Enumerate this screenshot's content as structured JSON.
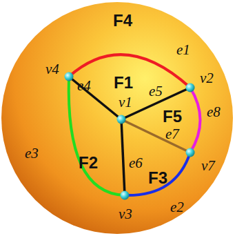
{
  "diagram": {
    "labels": [
      "F4",
      "e1",
      "F1",
      "v4",
      "e4",
      "v1",
      "e5",
      "v2",
      "F5",
      "e8",
      "e7",
      "e3",
      "v7",
      "F2",
      "e6",
      "F3",
      "e2",
      "v3"
    ]
  }
}
